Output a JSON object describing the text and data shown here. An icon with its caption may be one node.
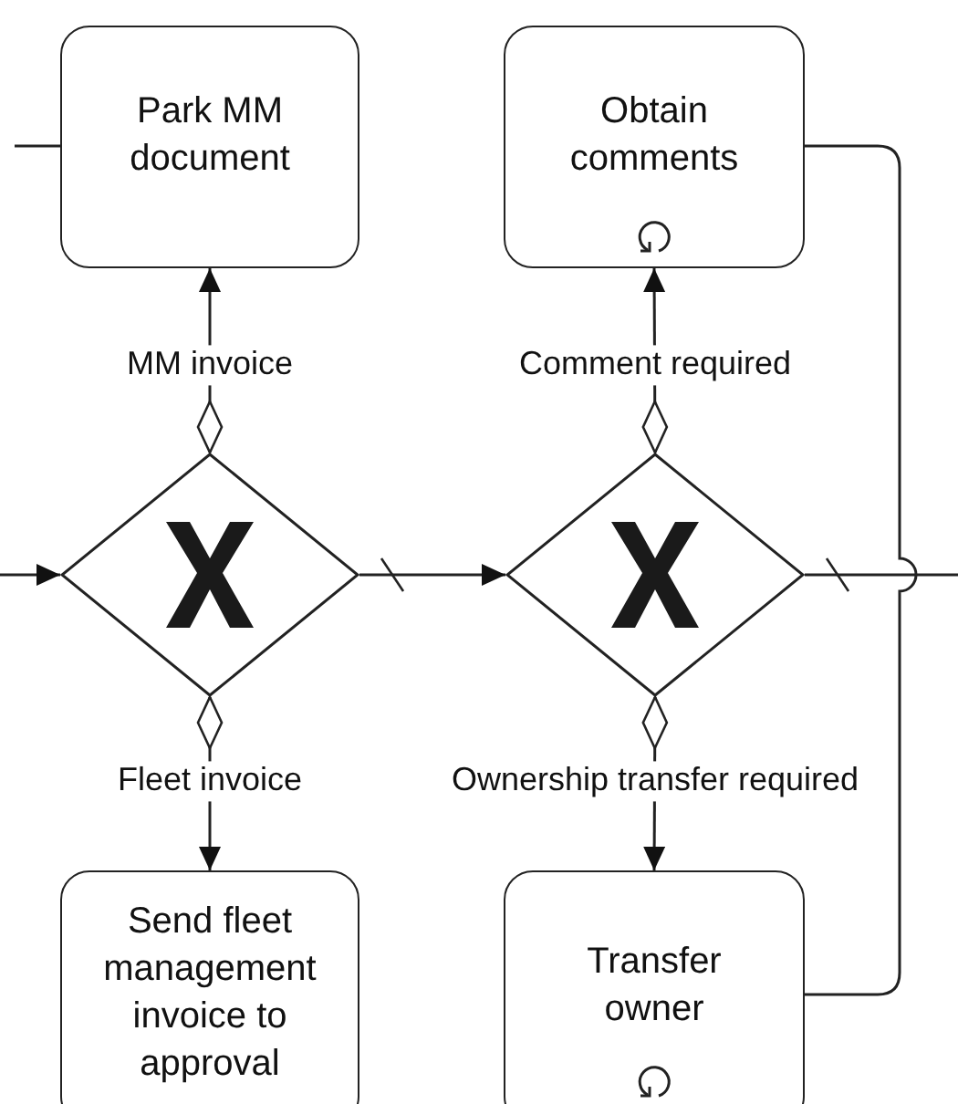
{
  "diagram": {
    "nodes": [
      {
        "text": [
          "Park MM document"
        ]
      },
      {
        "text": [
          "Obtain comments"
        ]
      },
      {
        "text": [],
        "shape": "diamond"
      },
      {
        "text": [],
        "shape": "diamond"
      },
      {
        "text": [
          "Send fleet management invoice to approval"
        ]
      },
      {
        "text": [
          "Transfer owner"
        ]
      }
    ],
    "edges": [
      {
        "from": null,
        "to": 0,
        "arrow": "none"
      },
      {
        "from": null,
        "to": 2,
        "arrow": "to"
      },
      {
        "from": 2,
        "to": 0,
        "arrow": "to",
        "label": "MM invoice"
      },
      {
        "from": 2,
        "to": 4,
        "arrow": "to",
        "label": "Fleet invoice"
      },
      {
        "from": 2,
        "to": 3,
        "arrow": "to"
      },
      {
        "from": 3,
        "to": 1,
        "arrow": "to",
        "label": "Comment required"
      },
      {
        "from": 3,
        "to": 5,
        "arrow": "to",
        "label": "Ownership transfer required"
      },
      {
        "from": 3,
        "to": null,
        "arrow": "other"
      },
      {
        "from": 1,
        "to": 5,
        "arrow": "none"
      }
    ]
  }
}
